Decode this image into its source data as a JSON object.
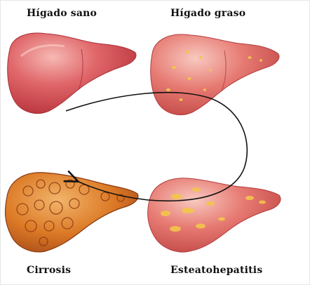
{
  "labels": {
    "healthy_liver": "Hígado sano",
    "fatty_liver": "Hígado graso",
    "cirrhosis": "Cirrosis",
    "steatohepatitis": "Esteatohepatitis"
  },
  "colors": {
    "liver_base": "#d9555a",
    "liver_highlight": "#f0a6a2",
    "fat_spot": "#f2c64b",
    "cirrhosis_tissue": "#e07a1f",
    "arrow": "#111111"
  }
}
